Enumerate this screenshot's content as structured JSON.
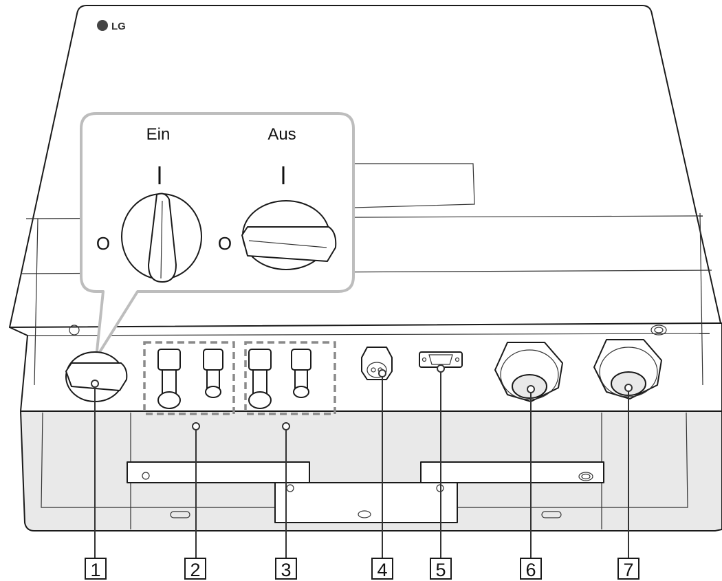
{
  "brand": {
    "logo_text": "LG"
  },
  "switch_detail": {
    "on_label": "Ein",
    "off_label": "Aus",
    "position_marks": {
      "on_symbol": "I",
      "off_symbol": "O"
    }
  },
  "callouts": [
    {
      "number": "1"
    },
    {
      "number": "2"
    },
    {
      "number": "3"
    },
    {
      "number": "4"
    },
    {
      "number": "5"
    },
    {
      "number": "6"
    },
    {
      "number": "7"
    }
  ],
  "colors": {
    "outline": "#1a1a1a",
    "lower_housing": "#e9e9e9",
    "dashed_group": "#8a8a8a",
    "background": "#ffffff"
  }
}
